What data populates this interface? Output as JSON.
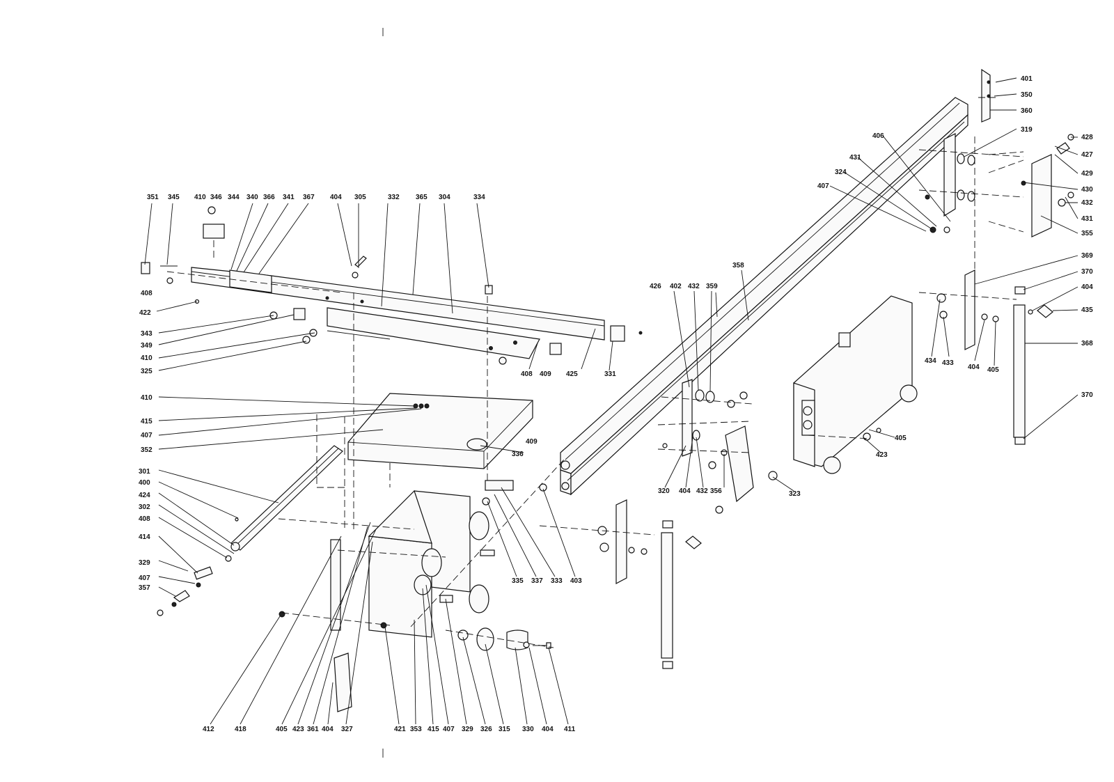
{
  "diagram": {
    "type": "exploded-parts-diagram",
    "labels": [
      "351",
      "345",
      "410",
      "346",
      "344",
      "340",
      "366",
      "341",
      "367",
      "404",
      "305",
      "332",
      "365",
      "304",
      "334",
      "408",
      "422",
      "343",
      "349",
      "410",
      "325",
      "408",
      "409",
      "425",
      "331",
      "410",
      "415",
      "407",
      "352",
      "409",
      "336",
      "301",
      "400",
      "424",
      "302",
      "408",
      "414",
      "329",
      "407",
      "357",
      "335",
      "337",
      "333",
      "403",
      "412",
      "418",
      "405",
      "423",
      "361",
      "404",
      "327",
      "421",
      "353",
      "415",
      "407",
      "329",
      "326",
      "315",
      "330",
      "404",
      "411",
      "401",
      "350",
      "360",
      "319",
      "406",
      "431",
      "324",
      "407",
      "428",
      "427",
      "429",
      "430",
      "432",
      "431",
      "355",
      "358",
      "369",
      "370",
      "404",
      "435",
      "368",
      "434",
      "433",
      "404",
      "405",
      "370",
      "426",
      "402",
      "432",
      "359",
      "320",
      "404",
      "432",
      "356",
      "323",
      "423",
      "405"
    ]
  }
}
